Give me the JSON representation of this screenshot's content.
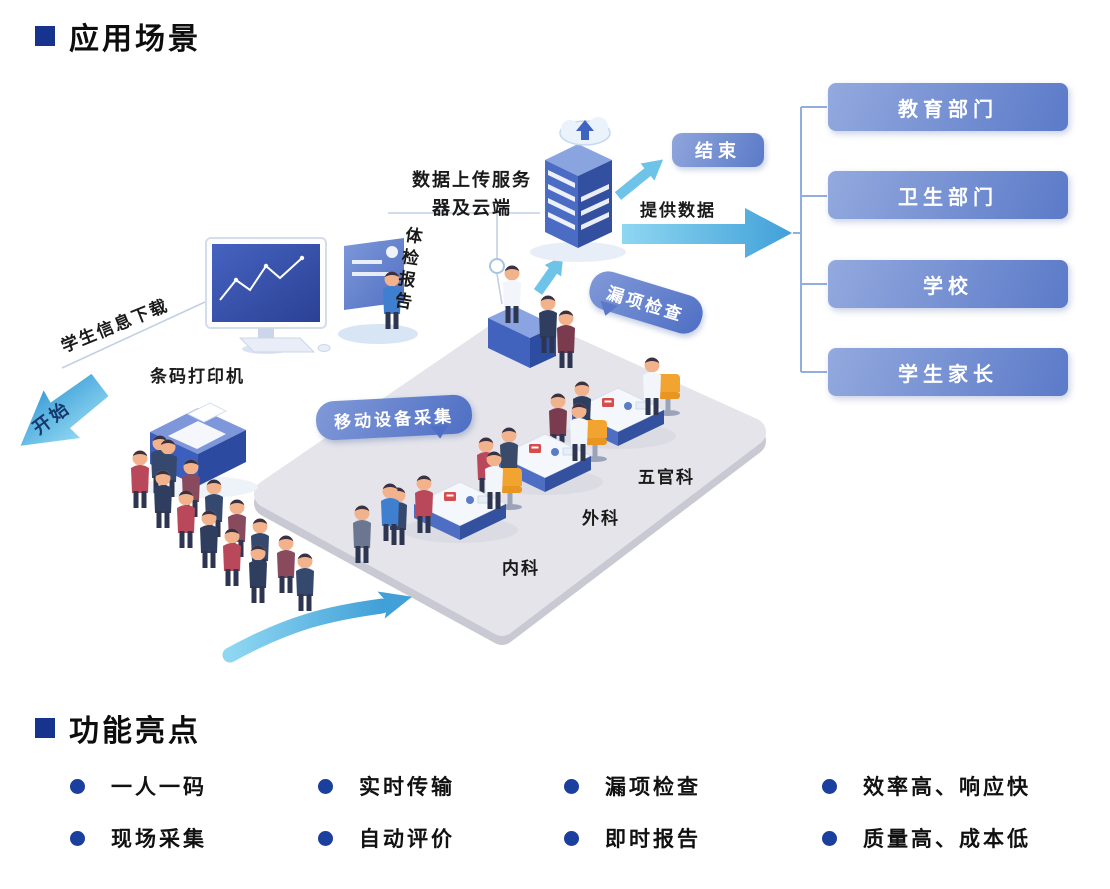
{
  "colors": {
    "accent": "#16338e",
    "box_blue_light": "#93a9de",
    "box_blue_dark": "#5b7ac8",
    "arrow_cyan": "#55bbe5"
  },
  "scenarios": {
    "title": "应用场景",
    "start": "开始",
    "end": "结束",
    "student_info_download": "学生信息下载",
    "barcode_printer": "条码打印机",
    "exam_report": "体检报告",
    "server_line1": "数据上传服务",
    "server_line2": "器及云端",
    "provide_data": "提供数据",
    "missing_check_bubble": "漏项检查",
    "mobile_collect_bubble": "移动设备采集",
    "dept_neike": "内科",
    "dept_waike": "外科",
    "dept_wuguanke": "五官科",
    "org_boxes": [
      {
        "label": "教育部门"
      },
      {
        "label": "卫生部门"
      },
      {
        "label": "学校"
      },
      {
        "label": "学生家长"
      }
    ]
  },
  "features": {
    "title": "功能亮点",
    "items": [
      {
        "label": "一人一码"
      },
      {
        "label": "实时传输"
      },
      {
        "label": "漏项检查"
      },
      {
        "label": "效率高、响应快"
      },
      {
        "label": "现场采集"
      },
      {
        "label": "自动评价"
      },
      {
        "label": "即时报告"
      },
      {
        "label": "质量高、成本低"
      }
    ]
  }
}
